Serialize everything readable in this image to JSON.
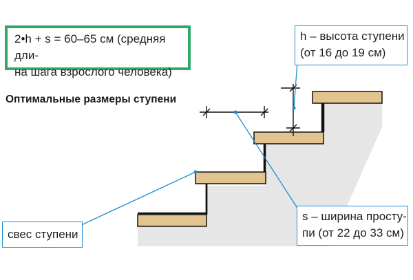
{
  "formula": {
    "line1": "2•h + s = 60–65 см (средняя дли-",
    "line2": "на шага взрослого человека)"
  },
  "title": "Оптимальные размеры ступени",
  "callout_h": {
    "line1": "h – высота ступени",
    "line2": "(от 16 до 19 см)"
  },
  "callout_s": {
    "line1": "s – ширина просту-",
    "line2": "пи (от 22 до 33 см)"
  },
  "callout_svec": {
    "label": "свес ступени"
  },
  "colors": {
    "formula_border": "#2fa86a",
    "callout_border": "#1c8fcf",
    "leader_line": "#1c8fcf",
    "tread_wood": "#e2c48f",
    "concrete": "#e6e6e6"
  }
}
